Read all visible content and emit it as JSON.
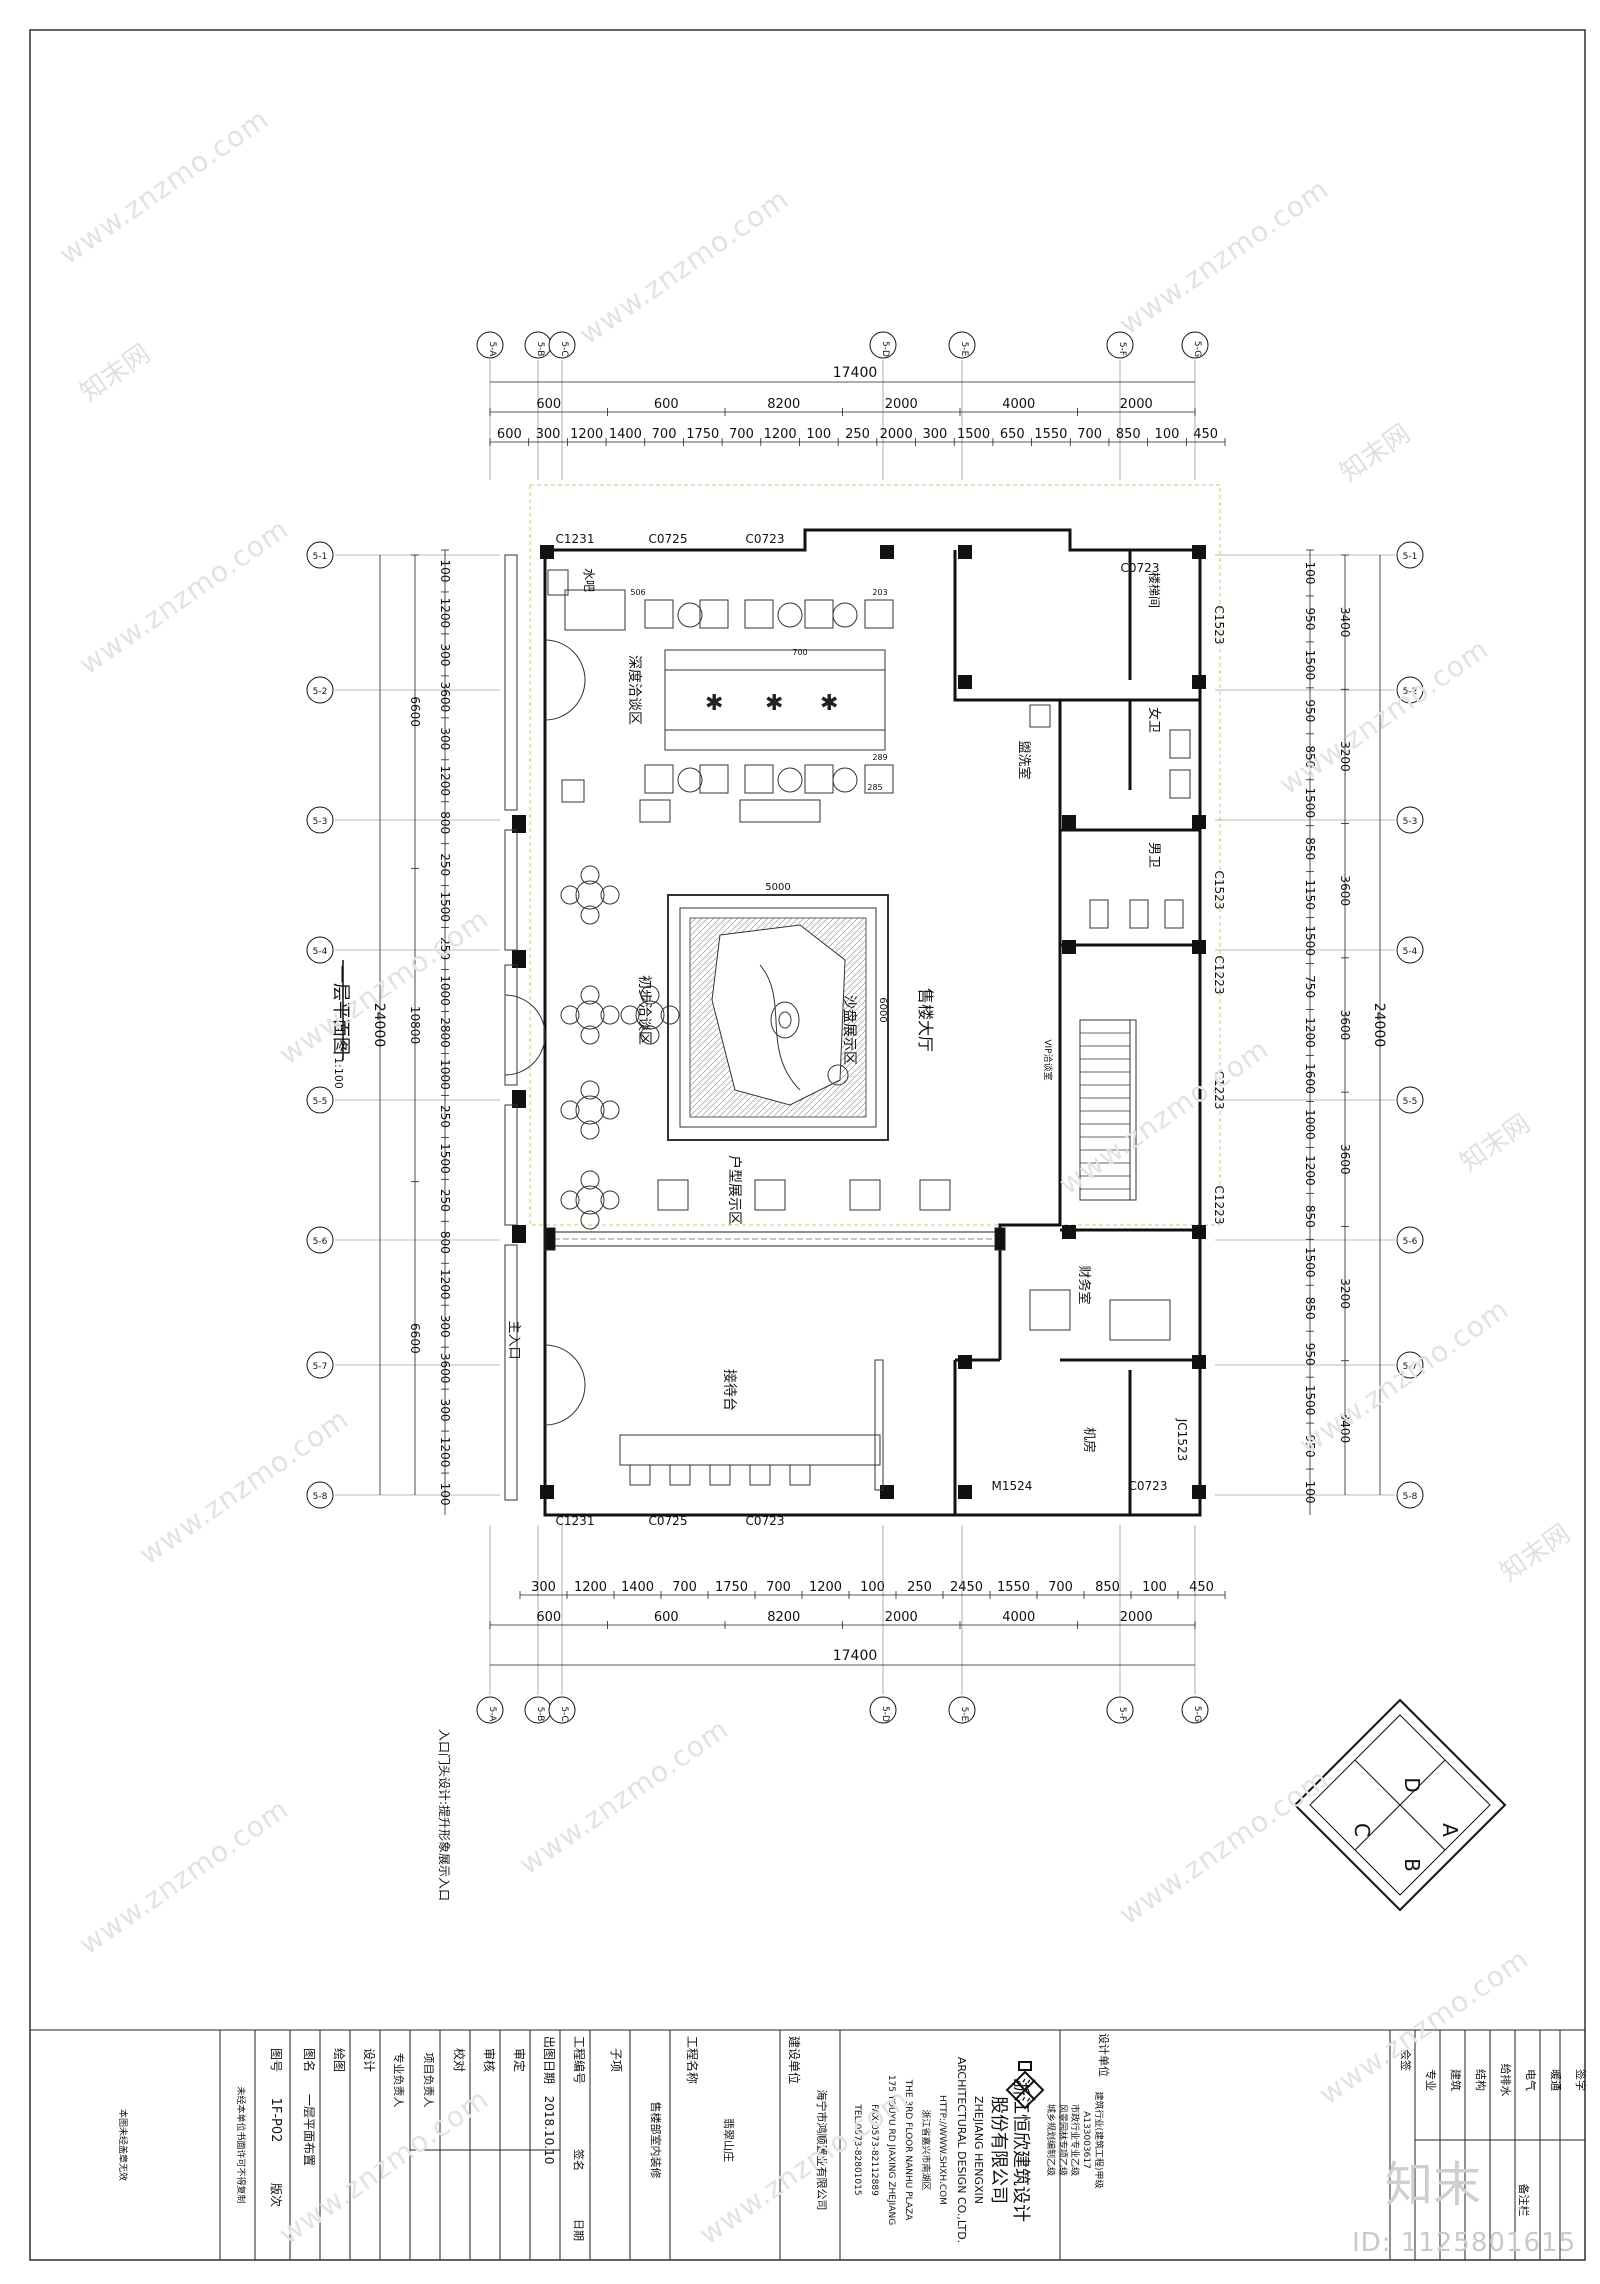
{
  "plan": {
    "title": "一层平面图",
    "scale": "1:100",
    "total_dim": "17400",
    "total_dim_vertical": "24000",
    "top_dims_row1": [
      "600",
      "600",
      "8200",
      "2000",
      "4000",
      "2000"
    ],
    "top_dims_row2": [
      "600",
      "300",
      "1200",
      "1400",
      "700",
      "1750",
      "700",
      "1200",
      "100",
      "250",
      "2000",
      "300",
      "1500",
      "650",
      "1550",
      "700",
      "850",
      "100",
      "450"
    ],
    "bottom_dims_row1": [
      "600",
      "600",
      "8200",
      "2000",
      "4000",
      "2000"
    ],
    "bottom_dims_row2": [
      "300",
      "1200",
      "1400",
      "700",
      "1750",
      "700",
      "1200",
      "100",
      "250",
      "2450",
      "1550",
      "700",
      "850",
      "100",
      "450"
    ],
    "axes_x": [
      "5-A",
      "5-B",
      "5-C",
      "5-D",
      "5-E",
      "5-F",
      "5-G"
    ],
    "axes_y": [
      "5-1",
      "5-2",
      "5-3",
      "5-4",
      "5-5",
      "5-6",
      "5-7",
      "5-8"
    ],
    "left_dims_outer": [
      "6600",
      "10800",
      "6600"
    ],
    "left_dims_inner": [
      "100",
      "1200",
      "300",
      "3600",
      "300",
      "1200",
      "800",
      "250",
      "1500",
      "250",
      "1000",
      "2800",
      "1000",
      "250",
      "1500",
      "250",
      "800",
      "1200",
      "300",
      "3600",
      "300",
      "1200",
      "100"
    ],
    "right_dims_outer": [
      "3400",
      "3200",
      "3600",
      "3600",
      "3600",
      "3200",
      "3400"
    ],
    "right_dims_inner": [
      "100",
      "950",
      "1500",
      "950",
      "850",
      "1500",
      "850",
      "1150",
      "1500",
      "750",
      "1200",
      "1600",
      "1000",
      "1200",
      "850",
      "1500",
      "850",
      "950",
      "1500",
      "950",
      "100"
    ],
    "rooms": {
      "water_bar": "水吧",
      "negotiation_1": "深度洽谈区",
      "negotiation_2": "初步洽谈区",
      "sandbox": "沙盘展示区",
      "sales_hall": "售楼大厅",
      "unit_display": "户型展示区",
      "reception": "接待台",
      "main_entrance": "主入口",
      "washroom": "盥洗室",
      "female_wc": "女卫",
      "male_wc": "男卫",
      "finance": "财务室",
      "machine_room": "机房",
      "stair_room": "楼梯间",
      "sandbox_dim_w": "5000",
      "sandbox_dim_h": "6000",
      "workshop": "VIP洽谈室"
    },
    "windows": [
      "C1231",
      "C0725",
      "C0723",
      "C0723",
      "C1523",
      "C1523",
      "C1223",
      "C1223",
      "C1223",
      "JC1523",
      "C0723",
      "M1524",
      "C1231",
      "C0725",
      "C0723"
    ],
    "side_note": "入口门头设计:提升形象展示入口",
    "num_labels": [
      "506",
      "203",
      "289",
      "285",
      "700"
    ]
  },
  "title_block": {
    "company_cn": "浙江恒欣建筑设计",
    "company_cn2": "股份有限公司",
    "company_en1": "ZHEJIANG HENGXIN",
    "company_en2": "ARCHITECTURAL DESIGN CO.,LTD.",
    "address_cn": "浙江省嘉兴市南湖区",
    "address_en": "THE 3RD FLOOR NANHU PLAZA",
    "address_en2": "175 YOUYU RD JIAXING ZHEJIANG",
    "website": "HTTP://WWW.SHXH.COM",
    "tel": "TEL:0573-82801015",
    "fax": "FAX:0573-82112889",
    "cert": "建筑行业(建筑工程)甲级",
    "cert_no": "A133003617",
    "cert2": "市政行业专业乙级",
    "cert3": "风景园林专项乙级",
    "cert4": "城乡规划编制乙级",
    "section_design_unit": "设计单位",
    "section_build_unit": "建设单位",
    "build_unit_name": "海宁市鸿顺置业有限公司",
    "section_project": "工程名称",
    "project_name": "翡翠山庄",
    "section_subitem": "子项",
    "subitem_name": "售楼部室内装修",
    "section_project_no": "工程编号",
    "section_date": "出图日期",
    "date_value": "2018.10.10",
    "section_check": "审定",
    "section_review": "审核",
    "section_proof": "校对",
    "section_lead": "项目负责人",
    "section_design": "设计",
    "section_draw": "绘图",
    "section_pro_lead": "专业负责人",
    "section_sign": "签名",
    "section_dategrid": "日期",
    "section_drawname": "图名",
    "drawing_name": "一层平面布置",
    "section_drawno": "图号",
    "drawing_no": "1F-P02",
    "section_version": "版次",
    "note_left": "本图未经盖章无效",
    "note_left2": "未经本单位书面许可不得复制",
    "section_sign2": "会签",
    "disciplines": [
      "专业",
      "建筑",
      "结构",
      "给排水",
      "电气",
      "暖通",
      "签字"
    ],
    "remark": "备注栏"
  },
  "watermarks": {
    "text": "www.znzmo.com",
    "brand": "知末网",
    "id_label": "ID: 1125801615",
    "logo": "知末"
  },
  "compass": [
    "A",
    "B",
    "C",
    "D"
  ]
}
